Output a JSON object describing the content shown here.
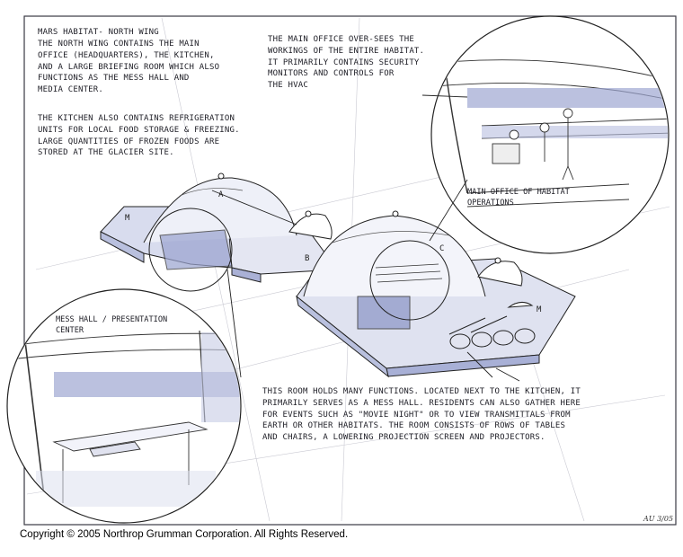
{
  "notes": {
    "north_wing": {
      "title": "MARS HABITAT- NORTH WING",
      "body": "THE NORTH WING CONTAINS THE MAIN\nOFFICE (HEADQUARTERS), THE KITCHEN,\nAND A LARGE BRIEFING ROOM WHICH ALSO\nFUNCTIONS AS THE MESS HALL AND\nMEDIA CENTER."
    },
    "kitchen": "THE KITCHEN ALSO CONTAINS REFRIGERATION\nUNITS FOR LOCAL FOOD STORAGE & FREEZING.\nLARGE QUANTITIES OF FROZEN FOODS ARE\nSTORED AT THE GLACIER SITE.",
    "main_office": "THE MAIN OFFICE OVER-SEES THE\nWORKINGS OF THE ENTIRE HABITAT.\nIT PRIMARILY CONTAINS SECURITY\nMONITORS AND CONTROLS FOR\nTHE HVAC",
    "mess_hall": "THIS ROOM HOLDS MANY FUNCTIONS. LOCATED NEXT TO THE KITCHEN, IT\nPRIMARILY SERVES AS A MESS HALL. RESIDENTS CAN ALSO GATHER HERE\nFOR EVENTS SUCH AS \"MOVIE NIGHT\" OR TO VIEW TRANSMITTALS FROM\nEARTH OR OTHER HABITATS. THE ROOM CONSISTS OF ROWS OF TABLES\nAND CHAIRS, A LOWERING PROJECTION SCREEN AND PROJECTORS."
  },
  "insets": {
    "office_label": "MAIN OFFICE OF HABITAT\nOPERATIONS",
    "mess_hall_label": "MESS HALL / PRESENTATION\nCENTER"
  },
  "room_labels": {
    "a": "A",
    "b": "B",
    "c": "C",
    "m_left": "M",
    "m_right": "M"
  },
  "footer": {
    "copyright": "Copyright © 2005 Northrop Grumman Corporation.  All Rights Reserved.",
    "signature": "AU 3/05"
  },
  "colors": {
    "ink": "#1e1e26",
    "blue_wash": "#8e98c8",
    "paper": "#ffffff"
  }
}
